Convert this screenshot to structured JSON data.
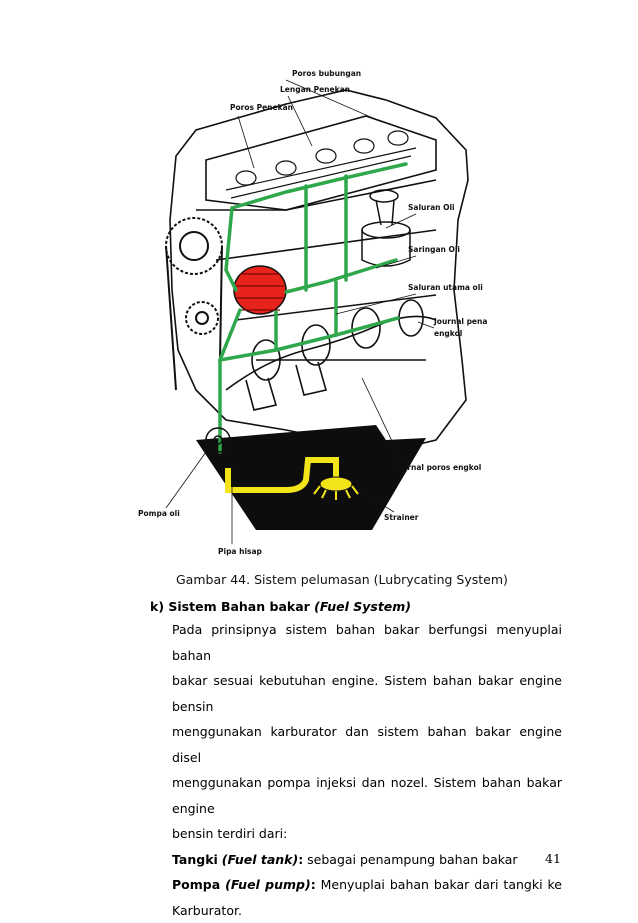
{
  "figure": {
    "labels": {
      "poros_bubungan": "Poros bubungan",
      "lengan_penekan": "Lengan Penekan",
      "poros_penekan": "Poros Penekan",
      "saluran_oli": "Saluran Oli",
      "saringan_oli": "Saringan Oli",
      "saluran_utama_oli": "Saluran utama oli",
      "journal_pena_engkol_1": "Journal pena",
      "journal_pena_engkol_2": "engkol",
      "journal_poros_engkol": "Journal poros engkol",
      "strainer": "Strainer",
      "pompa_oli": "Pompa oli",
      "pipa_hisap": "Pipa hisap"
    },
    "colors": {
      "oil_path": "#2ea84a",
      "filter": "#e8231c",
      "suction_pipe": "#f3e41a",
      "oil_pan": "#0d0d0d"
    }
  },
  "caption": "Gambar 44. Sistem pelumasan (Lubrycating System)",
  "section": {
    "marker": "k)",
    "title": "Sistem Bahan bakar",
    "title_em": "(Fuel System)"
  },
  "paragraph": {
    "lines": [
      "Pada prinsipnya sistem  bahan bakar berfungsi menyuplai bahan",
      "bakar sesuai kebutuhan engine. Sistem  bahan  bakar engine bensin",
      "menggunakan karburator dan sistem bahan bakar engine disel",
      "menggunakan pompa injeksi dan nozel. Sistem bahan bakar engine",
      "bensin terdiri dari:"
    ]
  },
  "items": [
    {
      "term": "Tangki",
      "term_em": "(Fuel tank)",
      "sep": ":",
      "desc": " sebagai penampung bahan bakar"
    },
    {
      "term": "Pompa",
      "term_em": "(Fuel pump)",
      "sep": ":",
      "desc": " Menyuplai bahan bakar dari tangki ke",
      "cont": "Karburator."
    }
  ],
  "page_number": "41"
}
